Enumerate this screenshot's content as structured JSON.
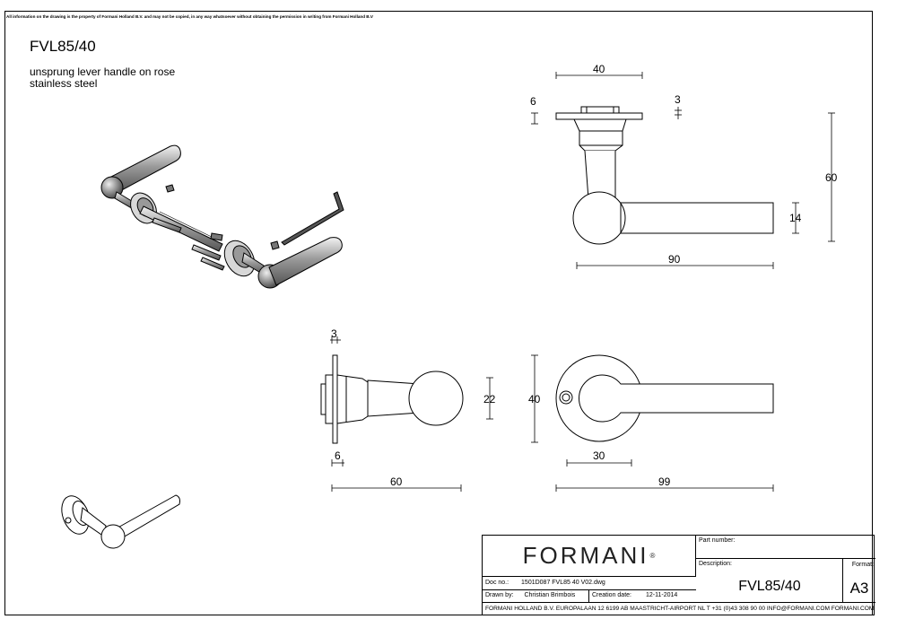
{
  "notice": "All information on the drawing is the property of Formani Holland B.V. and may not be copied, in any way whatsoever without obtaining the permission in writing from Formani Holland B.V",
  "product": {
    "code": "FVL85/40",
    "description_line1": "unsprung lever handle on rose",
    "description_line2": "stainless steel"
  },
  "dimensions": {
    "top_rose_width": "40",
    "top_rose_thickness": "6",
    "top_cap": "3",
    "top_height": "60",
    "top_lever_thickness": "14",
    "top_lever_length": "90",
    "side_rose_thickness": "3",
    "side_knob_diameter": "22",
    "side_rose_diameter": "40",
    "side_depth_6": "6",
    "side_length": "60",
    "front_offset": "30",
    "front_length": "99"
  },
  "title_block": {
    "logo": "FORMANI",
    "logo_mark": "®",
    "part_number_label": "Part number:",
    "part_number_value": "",
    "description_label": "Description:",
    "description_value": "FVL85/40",
    "format_label": "Format:",
    "format_value": "A3",
    "doc_no_label": "Doc no.:",
    "doc_no_value": "1501D087 FVL85 40 V02.dwg",
    "drawn_by_label": "Drawn by:",
    "drawn_by_value": "Christian Brimbois",
    "creation_date_label": "Creation date:",
    "creation_date_value": "12-11-2014",
    "footer": "FORMANI HOLLAND B.V.  EUROPALAAN 12  6199 AB MAASTRICHT-AIRPORT NL  T +31 (0)43 308 90 00 INFO@FORMANI.COM FORMANI.COM"
  }
}
